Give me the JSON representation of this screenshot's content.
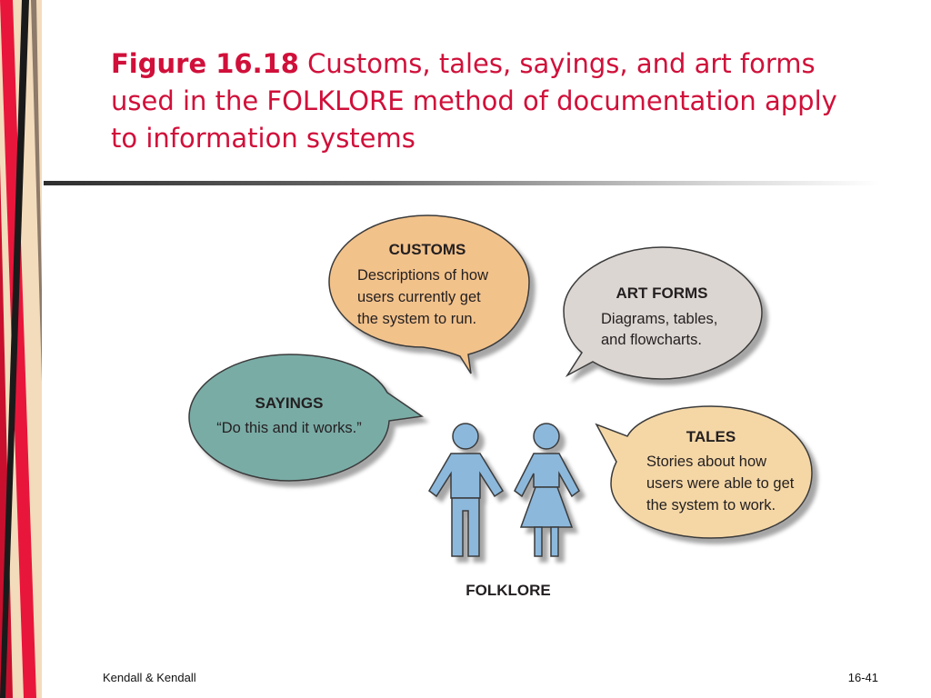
{
  "title": {
    "figure_label": "Figure 16.18",
    "caption_line1": " Customs, tales, sayings, and art forms",
    "caption_line2": "used in the FOLKLORE method of documentation apply",
    "caption_line3": "to information systems"
  },
  "bubbles": {
    "customs": {
      "heading": "CUSTOMS",
      "lines": [
        "Descriptions of how",
        "users currently get",
        "the system to run."
      ],
      "color": "#f2c28b"
    },
    "art_forms": {
      "heading": "ART FORMS",
      "lines": [
        "Diagrams, tables,",
        "and flowcharts."
      ],
      "color": "#dcd6d2"
    },
    "sayings": {
      "heading": "SAYINGS",
      "lines": [
        "“Do this and it works.”"
      ],
      "color": "#7aaca6"
    },
    "tales": {
      "heading": "TALES",
      "lines": [
        "Stories about how",
        "users were able to get",
        "the system to work."
      ],
      "color": "#f5d7a6"
    }
  },
  "center_label": "FOLKLORE",
  "figure_color": "#8cb8dc",
  "footer": {
    "left": "Kendall & Kendall",
    "right": "16-41"
  }
}
